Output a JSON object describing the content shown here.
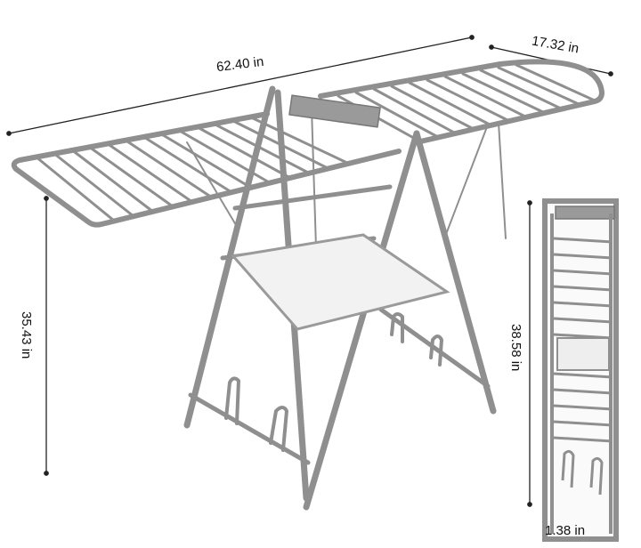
{
  "dimensions": {
    "width": "62.40 in",
    "depth": "17.32 in",
    "height": "35.43 in",
    "folded_height": "38.58 in",
    "folded_depth": "1.38 in"
  },
  "colors": {
    "frame": "#8f8f8f",
    "frame_dark": "#6f6f6f",
    "mesh": "#f2f2f2",
    "dimension_line": "#222222"
  }
}
